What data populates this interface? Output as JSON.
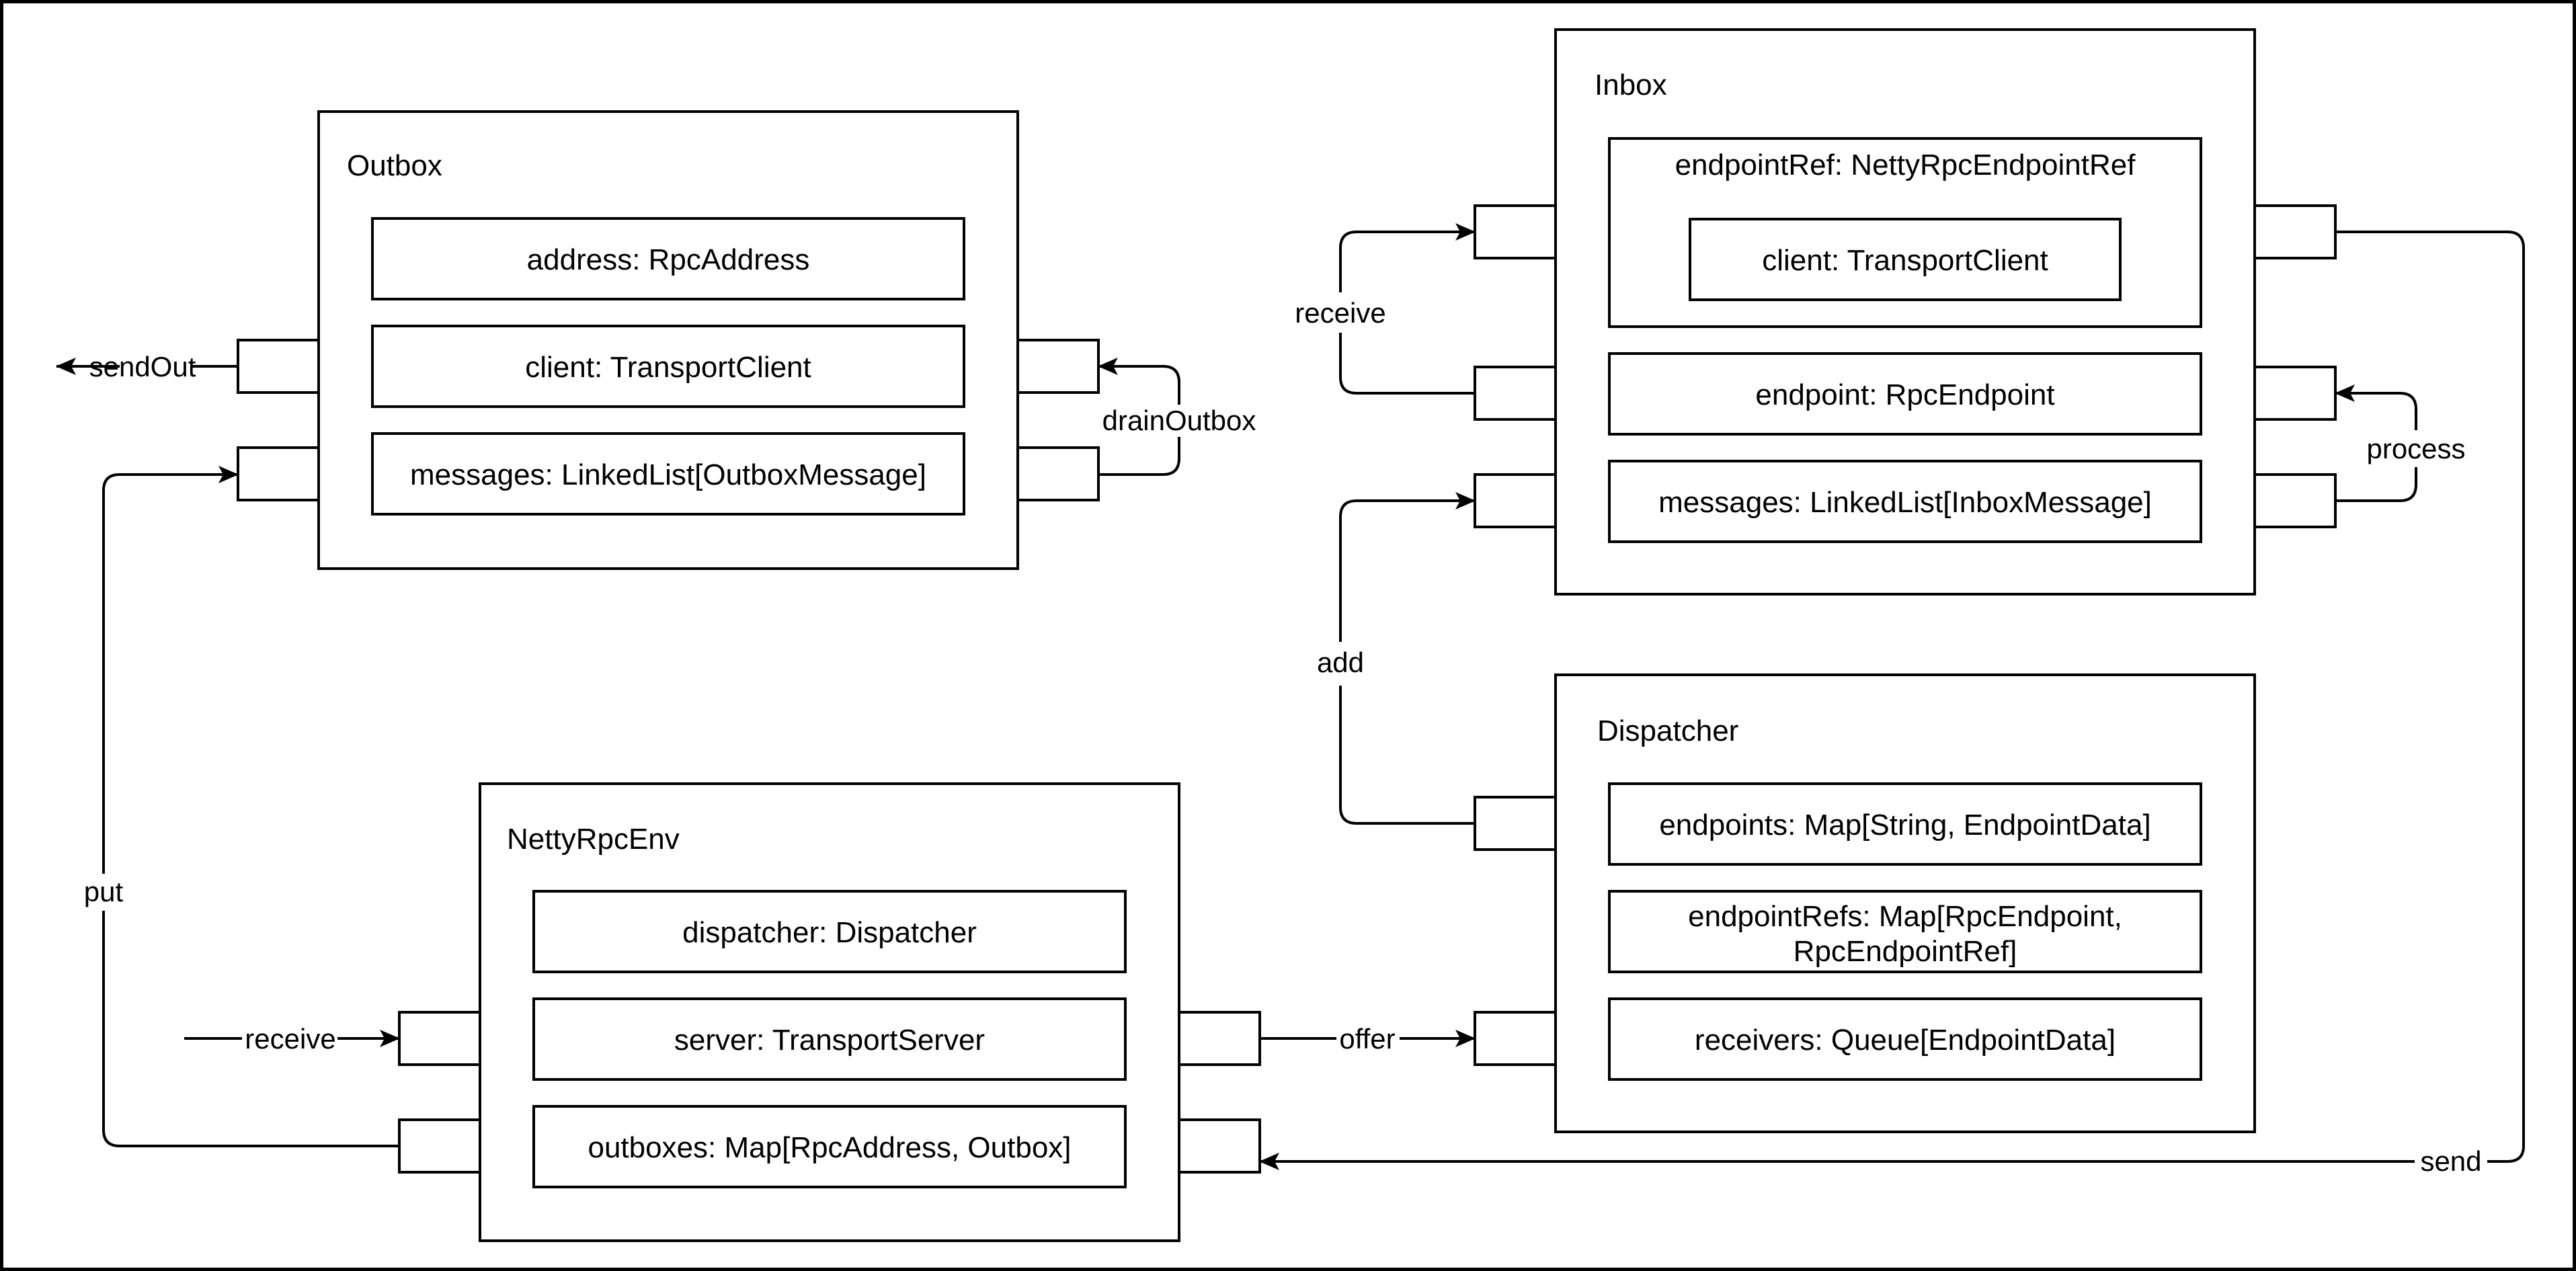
{
  "outbox": {
    "title": "Outbox",
    "fields": [
      "address: RpcAddress",
      "client: TransportClient",
      "messages: LinkedList[OutboxMessage]"
    ]
  },
  "inbox": {
    "title": "Inbox",
    "endpoint_ref_title": "endpointRef: NettyRpcEndpointRef",
    "endpoint_ref_client": "client: TransportClient",
    "fields": [
      "endpoint: RpcEndpoint",
      "messages: LinkedList[InboxMessage]"
    ]
  },
  "dispatcher": {
    "title": "Dispatcher",
    "fields": [
      "endpoints: Map[String, EndpointData]",
      "endpointRefs: Map[RpcEndpoint,",
      "RpcEndpointRef]",
      "receivers: Queue[EndpointData]"
    ]
  },
  "netty_rpc_env": {
    "title": "NettyRpcEnv",
    "fields": [
      "dispatcher: Dispatcher",
      "server: TransportServer",
      "outboxes: Map[RpcAddress, Outbox]"
    ]
  },
  "edges": {
    "send_out": "sendOut",
    "drain_outbox": "drainOutbox",
    "receive_inbox": "receive",
    "process": "process",
    "add": "add",
    "put": "put",
    "receive_env": "receive",
    "offer": "offer",
    "send": "send"
  },
  "colors": {
    "stroke": "#000000",
    "background": "#ffffff"
  }
}
